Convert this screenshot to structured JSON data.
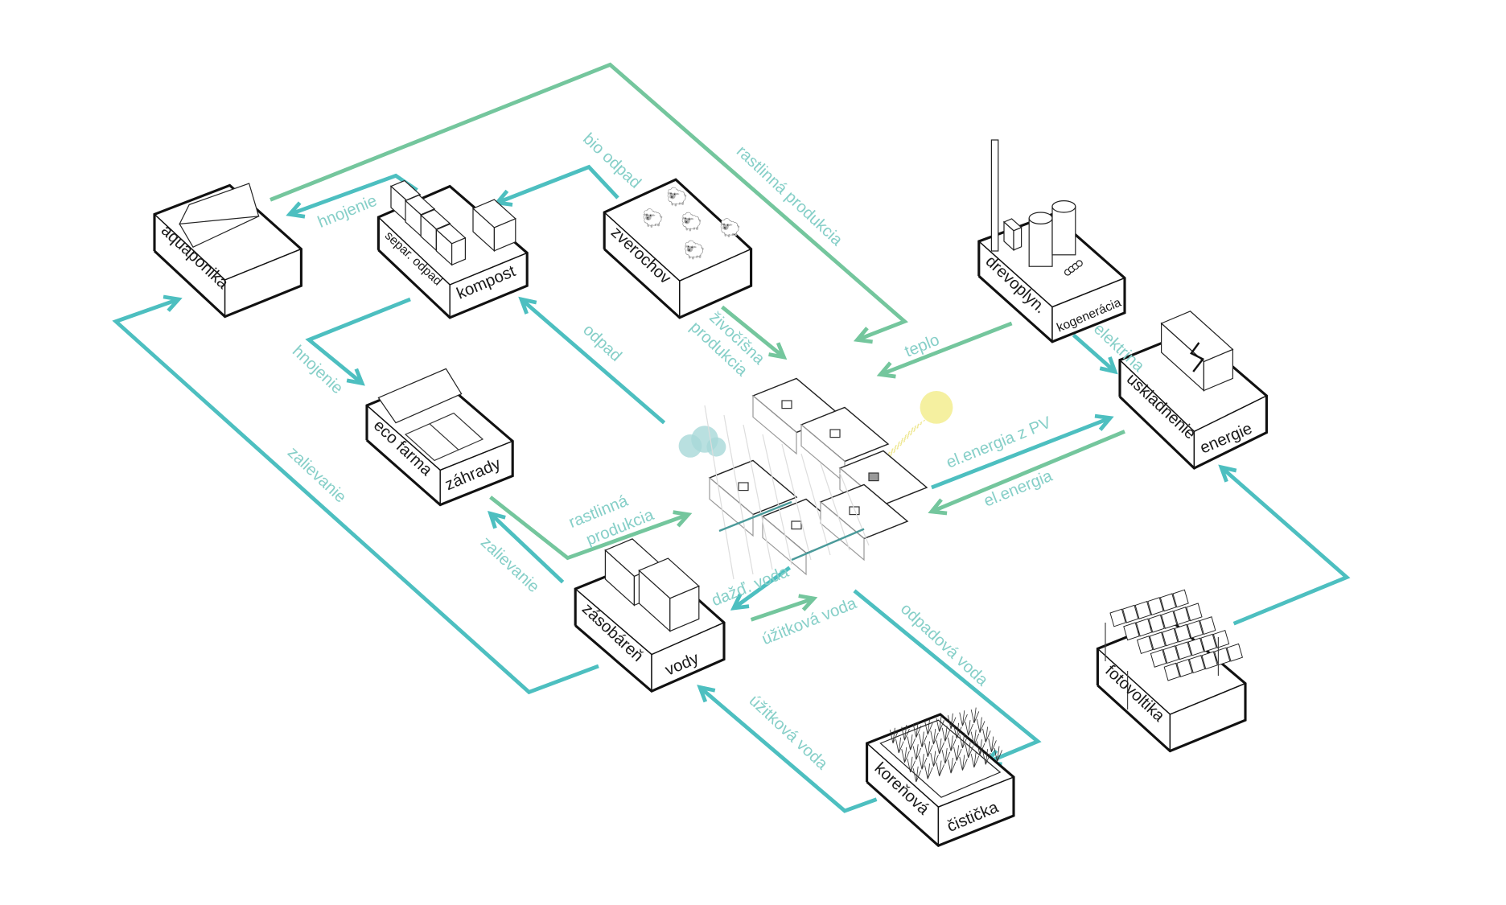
{
  "colors": {
    "flow_teal": "#4dbfc0",
    "flow_green": "#74c69d",
    "label_text": "#86cfc8",
    "outline": "#111111",
    "sun": "#f5f0a0",
    "cloud": "#a8d8d8"
  },
  "boxes": {
    "aquaponika": {
      "left": "aquaponika"
    },
    "kompost": {
      "left": "separ. odpad",
      "right": "kompost"
    },
    "zverochov": {
      "left": "zverochov"
    },
    "drevoplyn": {
      "left": "drevoplyn.",
      "right": "kogenerácia"
    },
    "uskladnenie": {
      "left": "uskladnenie",
      "right": "energie"
    },
    "ecofarma": {
      "left": "eco farma",
      "right": "záhrady"
    },
    "zasobaren": {
      "left": "zásobáreň",
      "right": "vody"
    },
    "cisticka": {
      "left": "koreňová",
      "right": "čistička"
    },
    "fotovoltika": {
      "left": "fotovoltika"
    }
  },
  "flows": {
    "rastlinna_top": "rastlinná produkcia",
    "hnojenie_top": "hnojenie",
    "bio_odpad": "bio odpad",
    "hnojenie_left": "hnojenie",
    "odpad": "odpad",
    "zivocisna_1": "živočíšna",
    "zivocisna_2": "produkcia",
    "teplo": "teplo",
    "elektrina": "elektrina",
    "el_pv": "el.energia z PV",
    "el_energia": "el.energia",
    "zalievanie_big": "zalievanie",
    "zalievanie_small": "zalievanie",
    "rastlinna_bottom_1": "rastlinná",
    "rastlinna_bottom_2": "produkcia",
    "dazd_voda": "dažď. voda",
    "uzitkova_upper": "úžitková voda",
    "odpadova_voda": "odpadová voda",
    "uzitkova_lower": "úžitková voda"
  }
}
